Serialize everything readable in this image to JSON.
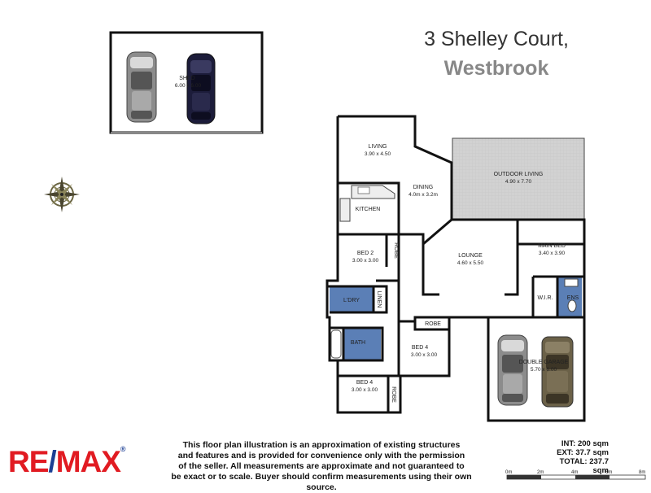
{
  "address": {
    "line1": "3 Shelley Court,",
    "line2": "Westbrook"
  },
  "rooms": {
    "shed": {
      "label": "SHED",
      "size": "6.00 x 6.00"
    },
    "living": {
      "label": "LIVING",
      "size": "3.90 x 4.50"
    },
    "dining": {
      "label": "DINING",
      "size": "4.0m x 3.2m"
    },
    "kitchen": {
      "label": "KITCHEN"
    },
    "outdoor": {
      "label": "OUTDOOR LIVING",
      "size": "4.90 x 7.70"
    },
    "bed2": {
      "label": "BED 2",
      "size": "3.00 x 3.00"
    },
    "robe_bed2": {
      "label": "ROBE"
    },
    "lounge": {
      "label": "LOUNGE",
      "size": "4.60 x 5.50"
    },
    "main_bed": {
      "label": "MAIN BED",
      "size": "3.40 x 3.90"
    },
    "ldry": {
      "label": "L'DRY"
    },
    "linen": {
      "label": "LINEN"
    },
    "wir": {
      "label": "W.I.R."
    },
    "ens": {
      "label": "ENS"
    },
    "bath": {
      "label": "BATH"
    },
    "robe_bed4a": {
      "label": "ROBE"
    },
    "bed4a": {
      "label": "BED 4",
      "size": "3.00 x 3.00"
    },
    "garage": {
      "label": "DOUBLE GARAGE",
      "size": "5.70 x 6.00"
    },
    "bed4b": {
      "label": "BED 4",
      "size": "3.00 x 3.00"
    },
    "robe_bed4b": {
      "label": "ROBE"
    }
  },
  "disclaimer": {
    "line1": "This floor plan illustration is an approximation of existing structures",
    "line2": "and features and is provided for convenience only with the permission",
    "line3": "of the seller. All measurements are approximate and not guaranteed to",
    "line4": "be exact or to scale. Buyer should confirm measurements using their own source."
  },
  "areas": {
    "internal": "INT: 200 sqm",
    "external": "EXT: 37.7 sqm",
    "total": "TOTAL: 237.7 sqm"
  },
  "scale": {
    "ticks": [
      "0m",
      "2m",
      "4m",
      "6m",
      "8m"
    ]
  },
  "logo": {
    "part1": "RE",
    "slash": "/",
    "part2": "MAX",
    "mark": "®"
  },
  "colors": {
    "brand_red": "#e11b22",
    "brand_blue": "#1c3f94",
    "outdoor_fill": "#d4d4d4",
    "wet_area_fill": "#5b7fb6",
    "wall": "#111111"
  },
  "icons": {
    "compass": "compass-rose-icon",
    "car": "car-icon"
  }
}
